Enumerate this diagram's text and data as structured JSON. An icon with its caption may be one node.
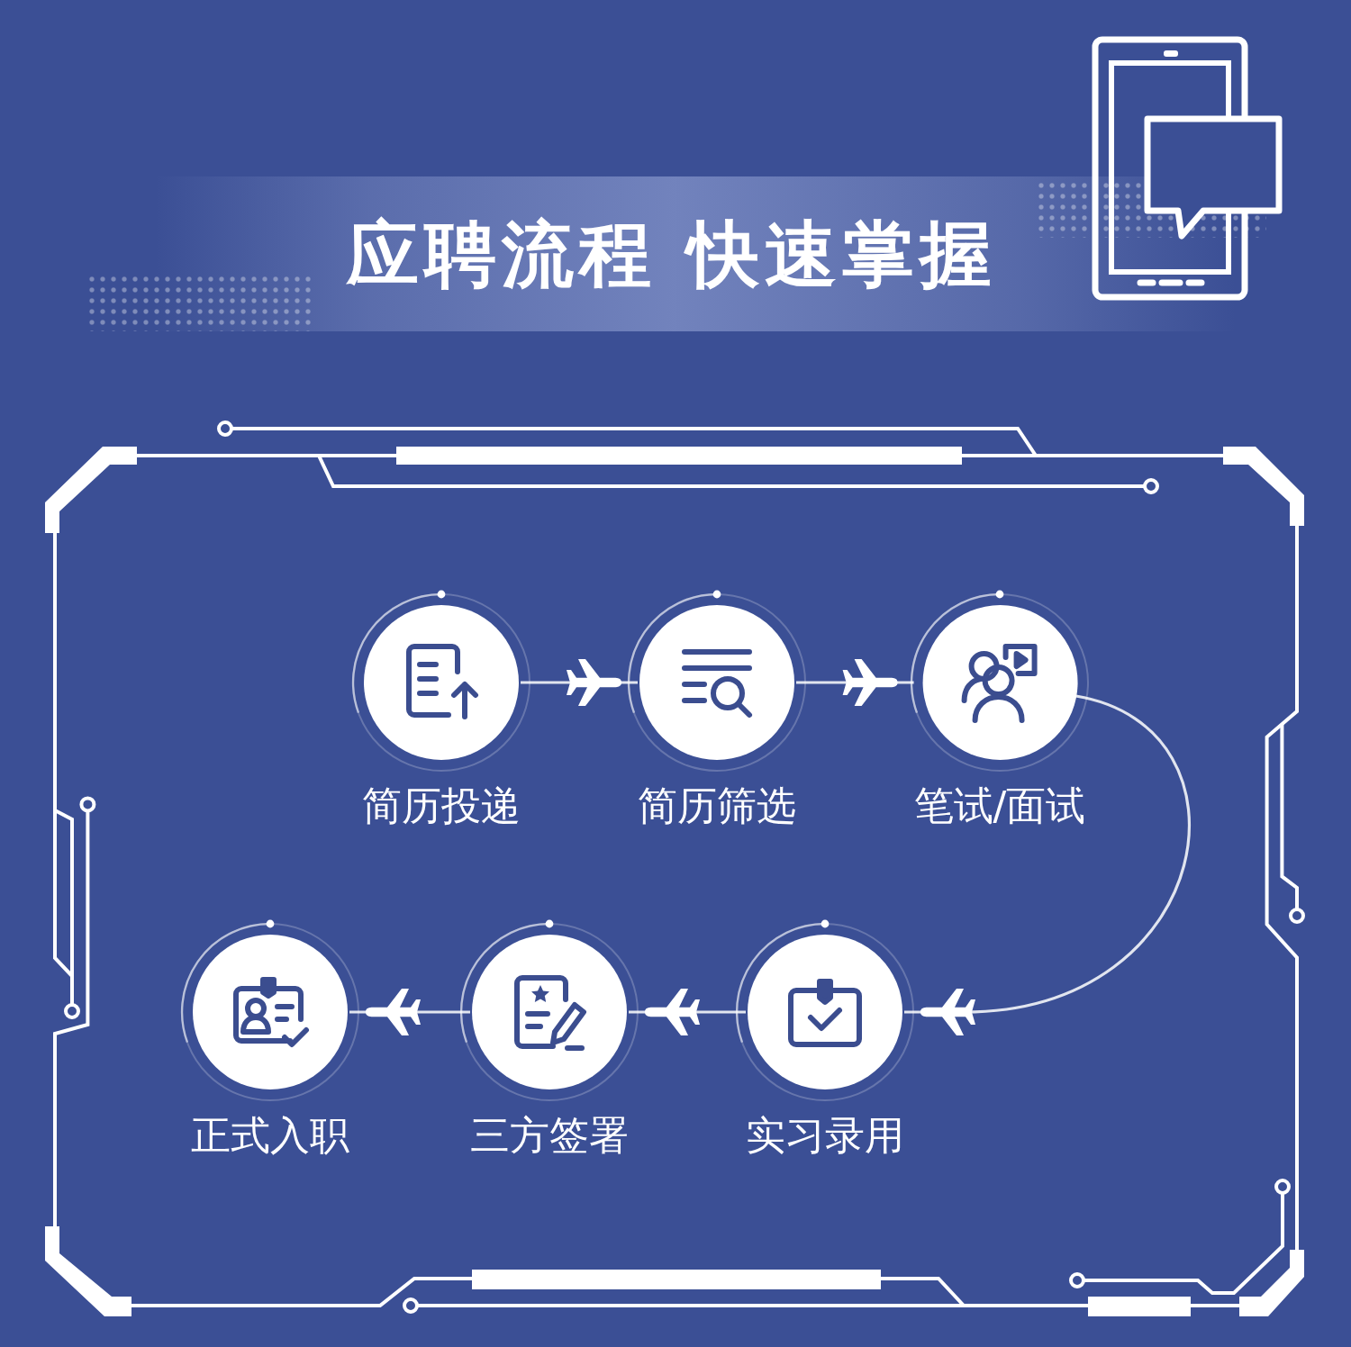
{
  "diagram": {
    "title": "应聘流程 快速掌握",
    "nodes": [
      {
        "text": [
          "简历投递"
        ]
      },
      {
        "text": [
          "简历筛选"
        ]
      },
      {
        "text": [
          "笔试/面试"
        ]
      },
      {
        "text": [
          "正式入职"
        ]
      },
      {
        "text": [
          "三方签署"
        ]
      },
      {
        "text": [
          "实习录用"
        ]
      }
    ],
    "edges": [
      {
        "from": 0,
        "to": 1,
        "arrow": "to"
      },
      {
        "from": 1,
        "to": 2,
        "arrow": "to"
      },
      {
        "from": 2,
        "to": 5,
        "arrow": "to"
      },
      {
        "from": 5,
        "to": 4,
        "arrow": "to"
      },
      {
        "from": 4,
        "to": 3,
        "arrow": "to"
      }
    ]
  }
}
